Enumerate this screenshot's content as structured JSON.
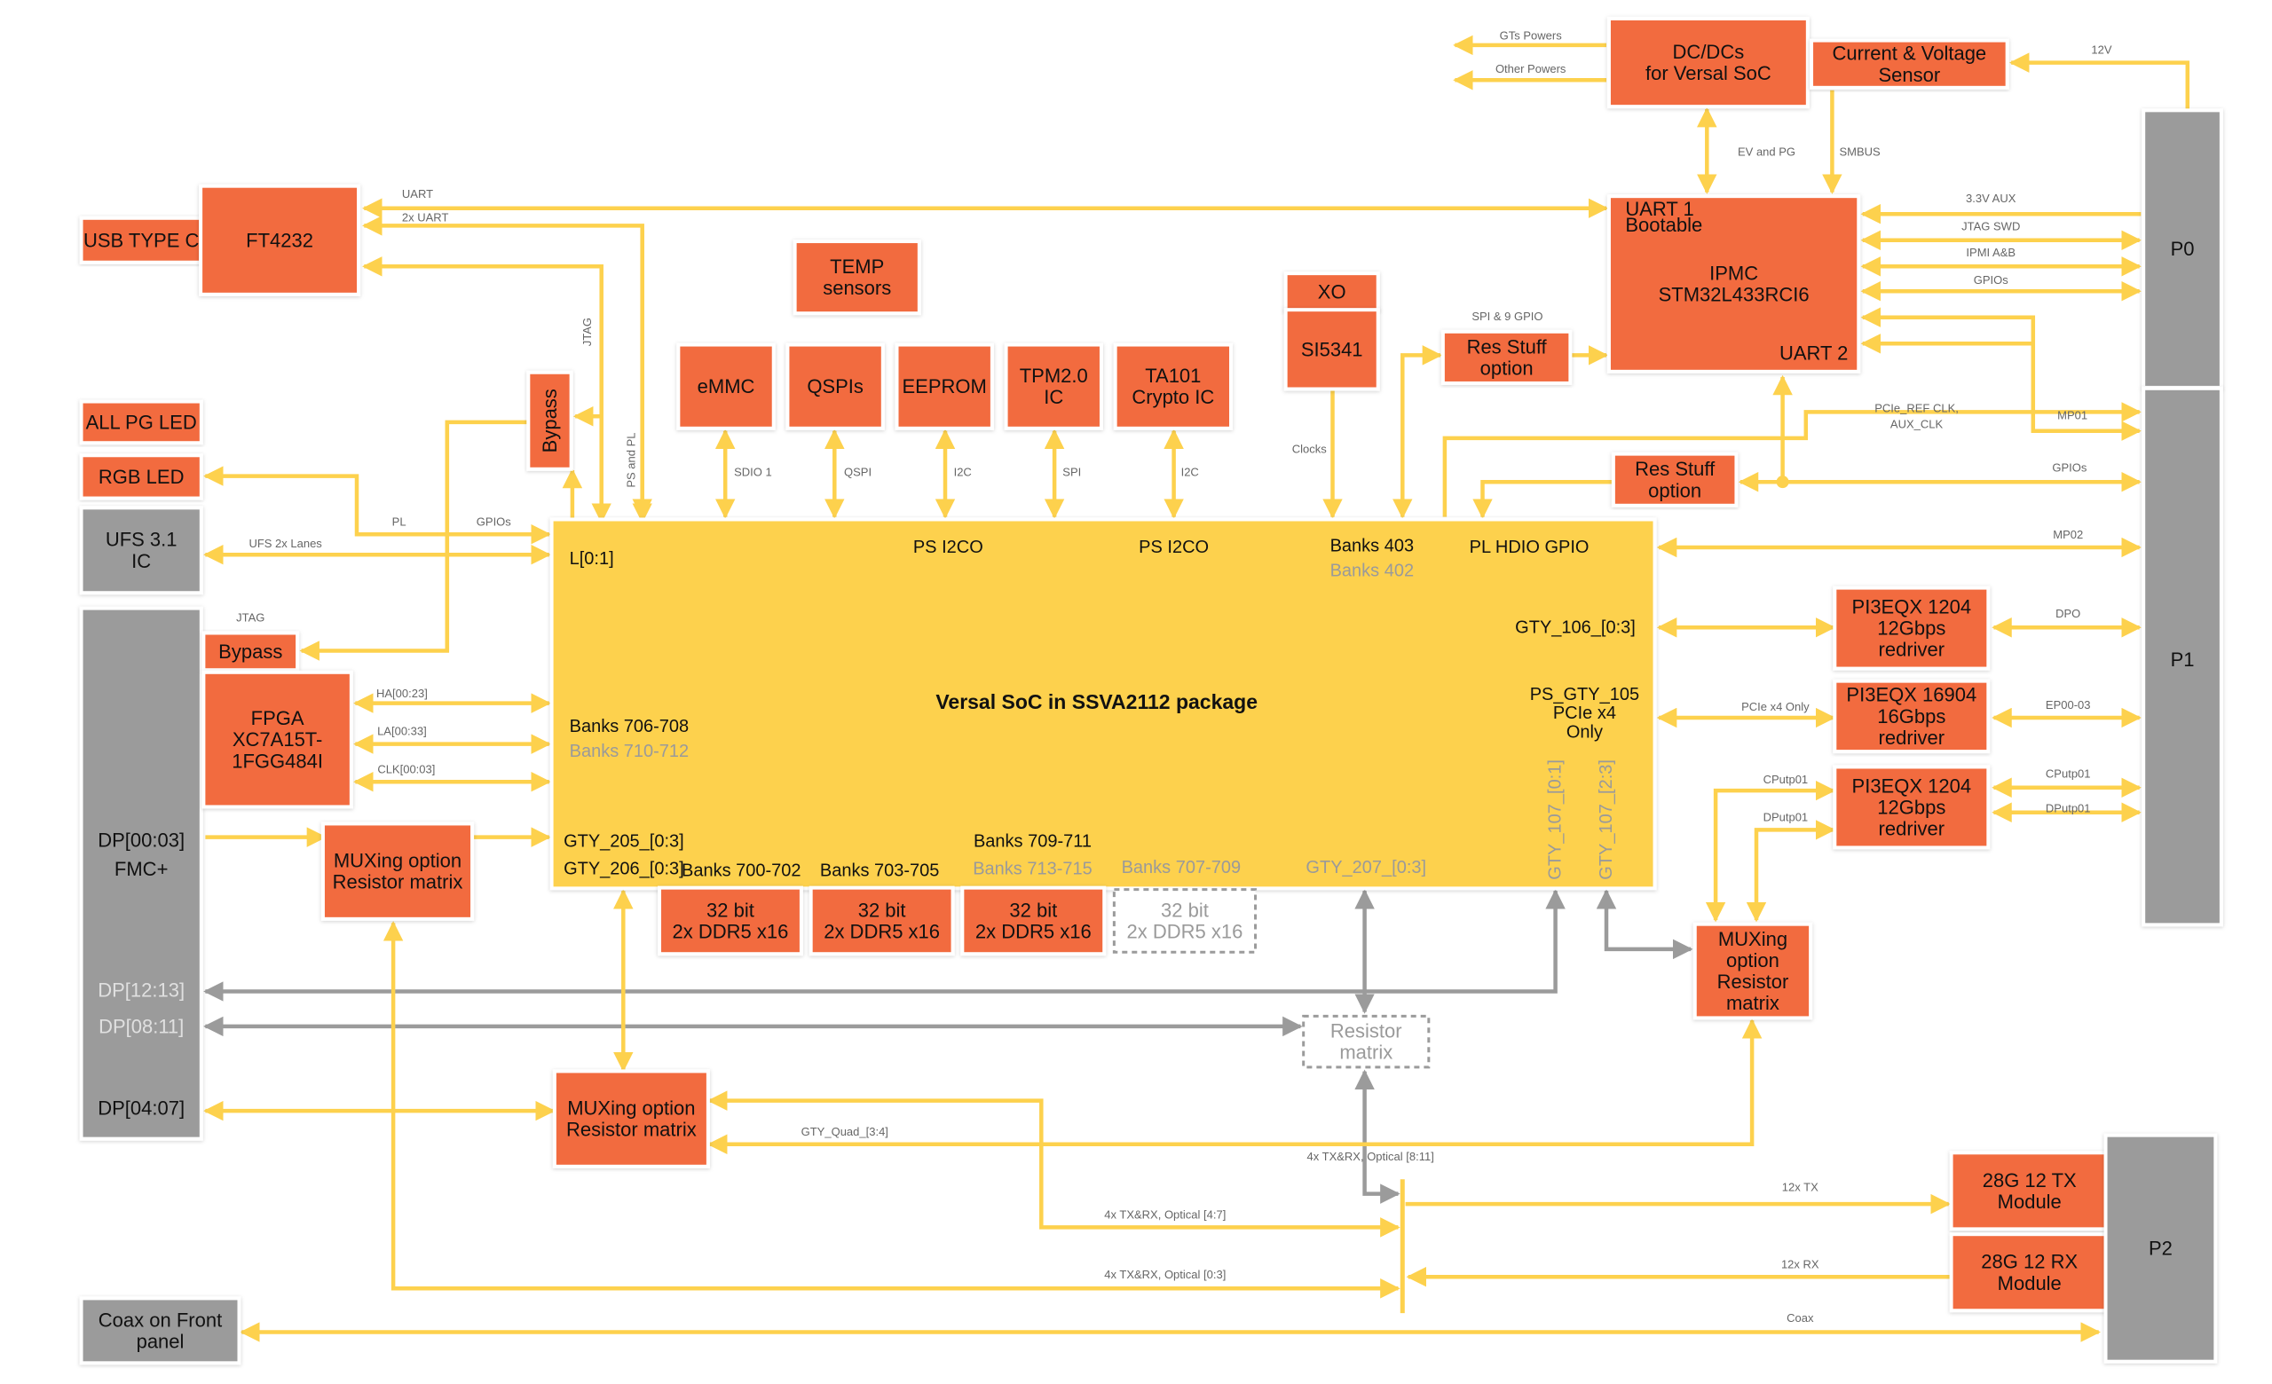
{
  "colors": {
    "orange": "#f26b3f",
    "yellow": "#fdd14d",
    "grey": "#9b9b9b",
    "line_yellow": "#fdd14d",
    "line_grey": "#9b9b9b",
    "dim_text": "#9a9a9a"
  },
  "soc": {
    "title": "Versal SoC in SSVA2112 package",
    "labels": {
      "l01": "L[0:1]",
      "ps_i2c_1": "PS I2CO",
      "ps_i2c_2": "PS I2CO",
      "banks_403": "Banks 403",
      "banks_402": "Banks 402",
      "pl_hdio": "PL HDIO GPIO",
      "gty106": "GTY_106_[0:3]",
      "ps_gty105_1": "PS_GTY_105",
      "ps_gty105_2": "PCIe x4",
      "ps_gty105_3": "Only",
      "banks_706": "Banks 706-708",
      "banks_710": "Banks 710-712",
      "gty205": "GTY_205_[0:3]",
      "gty206": "GTY_206_[0:3]",
      "banks_700": "Banks 700-702",
      "banks_703": "Banks 703-705",
      "banks_709": "Banks 709-711",
      "banks_713": "Banks 713-715",
      "banks_707": "Banks 707-709",
      "gty207": "GTY_207_[0:3]",
      "gty107a": "GTY_107_[0:1]",
      "gty107b": "GTY_107_[2:3]"
    }
  },
  "blocks": {
    "usb_type_c": [
      "USB TYPE C"
    ],
    "ft4232": [
      "FT4232"
    ],
    "all_pg_led": [
      "ALL PG LED"
    ],
    "rgb_led": [
      "RGB LED"
    ],
    "ufs": [
      "UFS 3.1",
      "IC"
    ],
    "fmc": [
      "DP[00:03]",
      "FMC+"
    ],
    "fmc_dp1213": [
      "DP[12:13]"
    ],
    "fmc_dp0811": [
      "DP[08:11]"
    ],
    "fmc_dp0407": [
      "DP[04:07]"
    ],
    "bypass_top": [
      "Bypass"
    ],
    "bypass_left": [
      "Bypass"
    ],
    "fpga": [
      "FPGA",
      "XC7A15T-",
      "1FGG484I"
    ],
    "mux_left": [
      "MUXing option",
      "Resistor matrix"
    ],
    "mux_bottom": [
      "MUXing option",
      "Resistor matrix"
    ],
    "temp": [
      "TEMP",
      "sensors"
    ],
    "emmc": [
      "eMMC"
    ],
    "qspi": [
      "QSPIs"
    ],
    "eeprom": [
      "EEPROM"
    ],
    "tpm": [
      "TPM2.0",
      "IC"
    ],
    "ta101": [
      "TA101",
      "Crypto IC"
    ],
    "xo": [
      "XO"
    ],
    "si5341": [
      "SI5341"
    ],
    "res_stuff_top": [
      "Res Stuff",
      "option"
    ],
    "res_stuff_bottom": [
      "Res Stuff",
      "option"
    ],
    "dcdc": [
      "DC/DCs",
      "for Versal SoC"
    ],
    "cv_sensor": [
      "Current & Voltage",
      "Sensor"
    ],
    "ipmc": [
      "IPMC",
      "STM32L433RCI6"
    ],
    "ipmc_uart1": [
      "UART 1",
      "Bootable"
    ],
    "ipmc_uart2": [
      "UART 2"
    ],
    "p0": [
      "P0"
    ],
    "p1": [
      "P1"
    ],
    "p2": [
      "P2"
    ],
    "redriver1": [
      "PI3EQX 1204",
      "12Gbps",
      "redriver"
    ],
    "redriver2": [
      "PI3EQX 16904",
      "16Gbps",
      "redriver"
    ],
    "redriver3": [
      "PI3EQX 1204",
      "12Gbps",
      "redriver"
    ],
    "mux_right": [
      "MUXing",
      "option",
      "Resistor",
      "matrix"
    ],
    "ddr1": [
      "32 bit",
      "2x DDR5 x16"
    ],
    "ddr2": [
      "32 bit",
      "2x DDR5 x16"
    ],
    "ddr3": [
      "32 bit",
      "2x DDR5 x16"
    ],
    "ddr4": [
      "32 bit",
      "2x DDR5 x16"
    ],
    "resistor_matrix": [
      "Resistor",
      "matrix"
    ],
    "tx_module": [
      "28G 12 TX",
      "Module"
    ],
    "rx_module": [
      "28G 12 RX",
      "Module"
    ],
    "coax": [
      "Coax on Front",
      "panel"
    ]
  },
  "edges": {
    "uart": "UART",
    "uart2x": "2x UART",
    "jtag_top": "JTAG",
    "ps_and_pl": "PS and PL",
    "pl": "PL",
    "gpios_left": "GPIOs",
    "ufs_lanes": "UFS 2x Lanes",
    "jtag_left": "JTAG",
    "ha": "HA[00:23]",
    "la": "LA[00:33]",
    "clk": "CLK[00:03]",
    "sdio": "SDIO 1",
    "qspi": "QSPI",
    "i2c1": "I2C",
    "spi": "SPI",
    "i2c2": "I2C",
    "clocks": "Clocks",
    "spi9gpio": "SPI & 9 GPIO",
    "gts_powers": "GTs Powers",
    "other_powers": "Other Powers",
    "ev_pg": "EV and PG",
    "smbus": "SMBUS",
    "v12": "12V",
    "aux33": "3.3V AUX",
    "jtag_swd": "JTAG SWD",
    "ipmi": "IPMI A&B",
    "gpios_p0": "GPIOs",
    "pcie_ref1": "PCIe_REF CLK,",
    "pcie_ref2": "AUX_CLK",
    "mp01": "MP01",
    "gpios_p1": "GPIOs",
    "mp02": "MP02",
    "dpo": "DPO",
    "pcie_x4": "PCIe x4 Only",
    "ep00": "EP00-03",
    "cputp_l": "CPutp01",
    "dputp_l": "DPutp01",
    "cputp_r": "CPutp01",
    "dputp_r": "DPutp01",
    "gty_quad": "GTY_Quad_[3:4]",
    "opt811": "4x TX&RX,   Optical [8:11]",
    "opt47": "4x TX&RX, Optical [4:7]",
    "opt03": "4x TX&RX, Optical [0:3]",
    "tx12": "12x TX",
    "rx12": "12x RX",
    "coax": "Coax"
  }
}
